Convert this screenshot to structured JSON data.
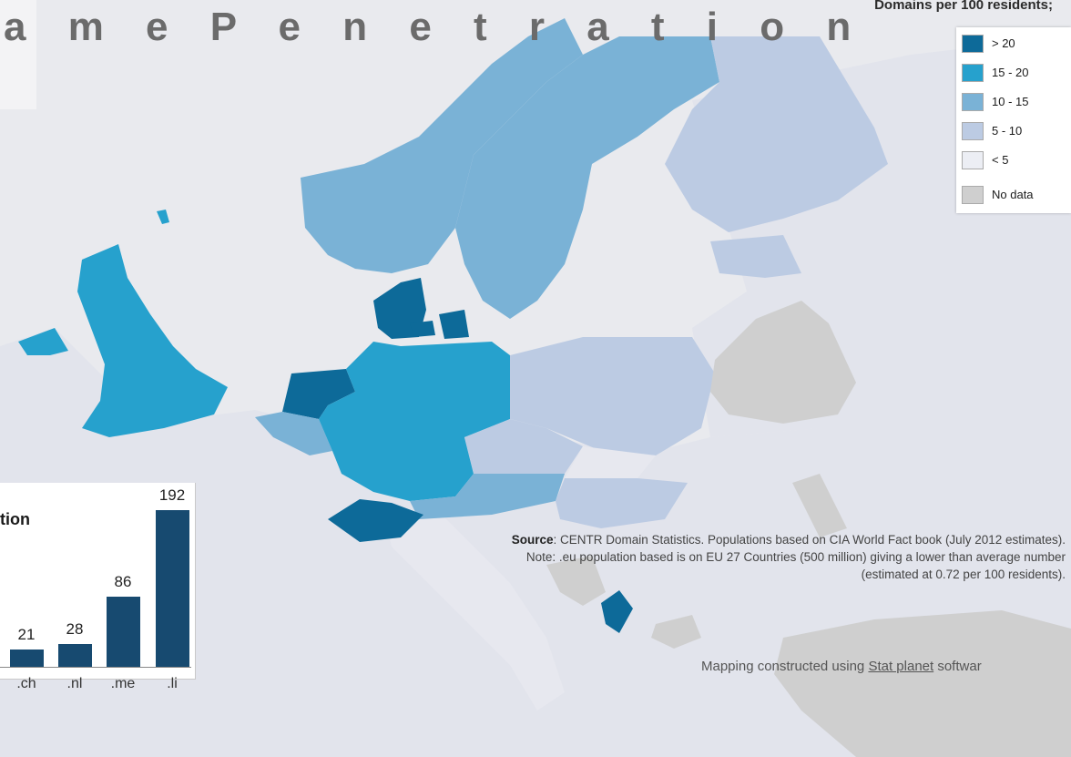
{
  "title": "a m e   P e n e t r a t i o n",
  "legend": {
    "header": "Domains per 100 residents;",
    "items": [
      {
        "label": "> 20",
        "color": "#0d6a99"
      },
      {
        "label": "15 - 20",
        "color": "#26a1cd"
      },
      {
        "label": "10 - 15",
        "color": "#7ab2d6"
      },
      {
        "label": "5 - 10",
        "color": "#bccbe3"
      },
      {
        "label": "< 5",
        "color": "#eceef4"
      },
      {
        "label": "No data",
        "color": "#cfcfcf"
      }
    ]
  },
  "inset": {
    "title": "tion",
    "chart_data": {
      "type": "bar",
      "categories": [
        "",
        ".ch",
        ".nl",
        ".me",
        ".li"
      ],
      "values": [
        null,
        21,
        28,
        86,
        192
      ],
      "ylim": [
        0,
        192
      ]
    }
  },
  "source": {
    "label": "Source",
    "line1": ": CENTR Domain Statistics.  Populations based on CIA World Fact book (July 2012 estimates).",
    "line2": "Note:  .eu population based is on EU 27 Countries (500 million) giving a lower than average number",
    "line3": "(estimated at 0.72 per 100 residents)."
  },
  "credit": {
    "prefix": "Mapping constructed using ",
    "link": "Stat planet",
    "suffix": " softwar"
  },
  "colors": {
    "sea": "#e9eaee",
    "land_other": "#e2e4ec",
    "dark_blue": "#0d6a99",
    "medium_blue": "#26a1cd",
    "light_blue": "#7ab2d6",
    "pale_blue": "#bccbe3",
    "no_data": "#cfcfcf",
    "bar": "#174a70"
  }
}
